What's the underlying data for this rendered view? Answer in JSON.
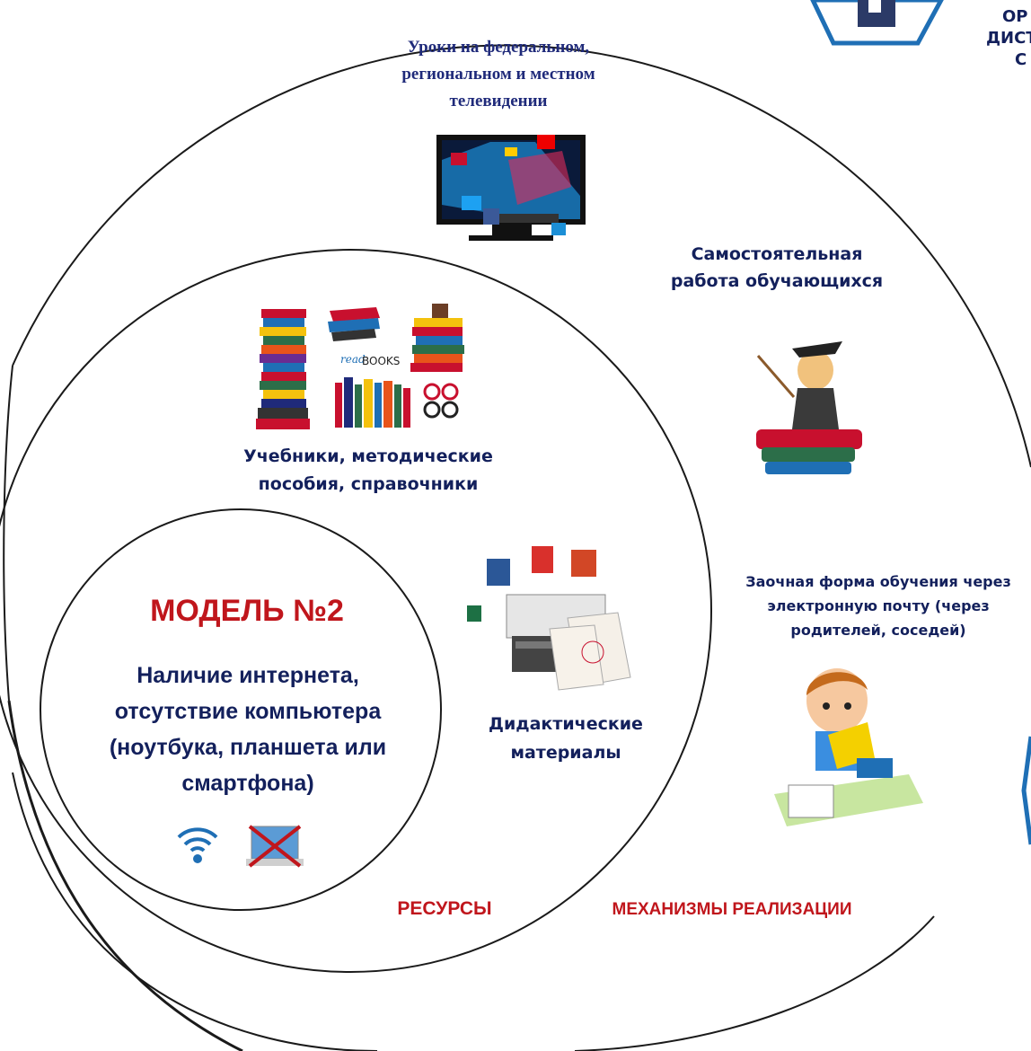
{
  "model": {
    "title": "МОДЕЛЬ №2",
    "description": "Наличие интернета, отсутствие компьютера (ноутбука, планшета или смартфона)",
    "icons": [
      "wifi-icon",
      "crossed-laptop-icon"
    ]
  },
  "labels": {
    "tv_lessons": "Уроки на федеральном, региональном и местном телевидении",
    "self_work": "Самостоятельная работа обучающихся",
    "textbooks": "Учебники, методические пособия, справочники",
    "didactic": "Дидактические материалы",
    "correspondence": "Заочная форма обучения через электронную почту (через родителей, соседей)",
    "resources": "РЕСУРСЫ",
    "mechanisms": "МЕХАНИЗМЫ РЕАЛИЗАЦИИ",
    "clip_top_right_1": "ОР",
    "clip_top_right_2": "ДИСТ",
    "clip_top_right_3": "С"
  },
  "colors": {
    "accent_red": "#c0161c",
    "text_navy": "#13205c",
    "outline": "#1a1a1a",
    "hex_blue": "#1f6fb5"
  }
}
